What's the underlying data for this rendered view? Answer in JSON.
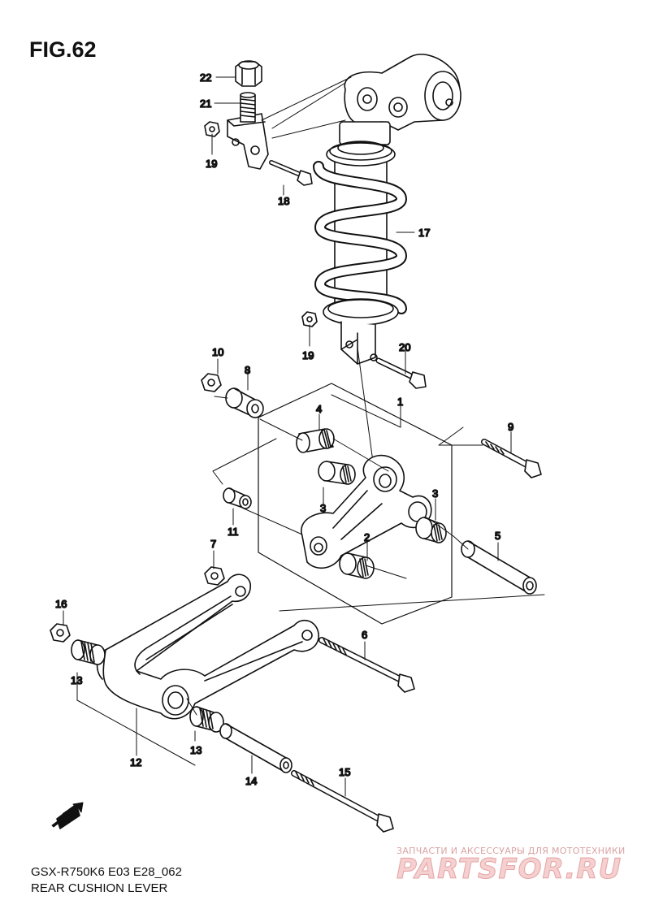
{
  "figure": {
    "title": "FIG.62"
  },
  "footer": {
    "model": "GSX-R750K6 E03 E28_062",
    "subtitle": "REAR CUSHION LEVER"
  },
  "watermark": {
    "line1": "ЗАПЧАСТИ И АКСЕССУАРЫ ДЛЯ МОТОТЕХНИКИ",
    "line2": "PARTSFOR.RU"
  },
  "direction_arrow": {
    "label": "FWD"
  },
  "part_numbers": {
    "p1": "1",
    "p2": "2",
    "p3a": "3",
    "p3b": "3",
    "p4": "4",
    "p5": "5",
    "p6": "6",
    "p7": "7",
    "p8": "8",
    "p9": "9",
    "p10": "10",
    "p11": "11",
    "p12": "12",
    "p13a": "13",
    "p13b": "13",
    "p14": "14",
    "p15": "15",
    "p16": "16",
    "p17": "17",
    "p18": "18",
    "p19a": "19",
    "p19b": "19",
    "p20": "20",
    "p21": "21",
    "p22": "22"
  }
}
